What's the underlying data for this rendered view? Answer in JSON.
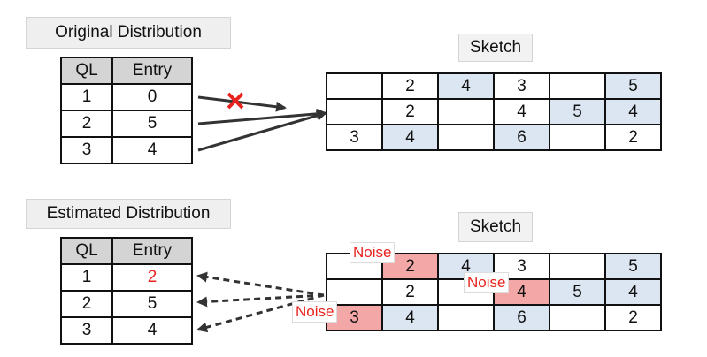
{
  "top": {
    "title": "Original Distribution",
    "table": {
      "headers": [
        "QL",
        "Entry"
      ],
      "rows": [
        [
          "1",
          "0"
        ],
        [
          "2",
          "5"
        ],
        [
          "3",
          "4"
        ]
      ]
    },
    "sketch_title": "Sketch",
    "sketch": [
      [
        "",
        "2",
        "4",
        "3",
        "",
        "5"
      ],
      [
        "",
        "2",
        "",
        "4",
        "5",
        "4"
      ],
      [
        "3",
        "4",
        "",
        "6",
        "",
        "2"
      ]
    ]
  },
  "bottom": {
    "title": "Estimated Distribution",
    "table": {
      "headers": [
        "QL",
        "Entry"
      ],
      "rows": [
        [
          "1",
          "2"
        ],
        [
          "2",
          "5"
        ],
        [
          "3",
          "4"
        ]
      ]
    },
    "sketch_title": "Sketch",
    "sketch": [
      [
        "",
        "2",
        "4",
        "3",
        "",
        "5"
      ],
      [
        "",
        "2",
        "",
        "4",
        "5",
        "4"
      ],
      [
        "3",
        "4",
        "",
        "6",
        "",
        "2"
      ]
    ],
    "noise_labels": [
      "Noise",
      "Noise",
      "Noise"
    ]
  },
  "colors": {
    "highlight_blue": "#dce6f2",
    "noise_red": "#f4a7a7",
    "noise_text": "#e8231f",
    "cross": "#e8231f"
  }
}
